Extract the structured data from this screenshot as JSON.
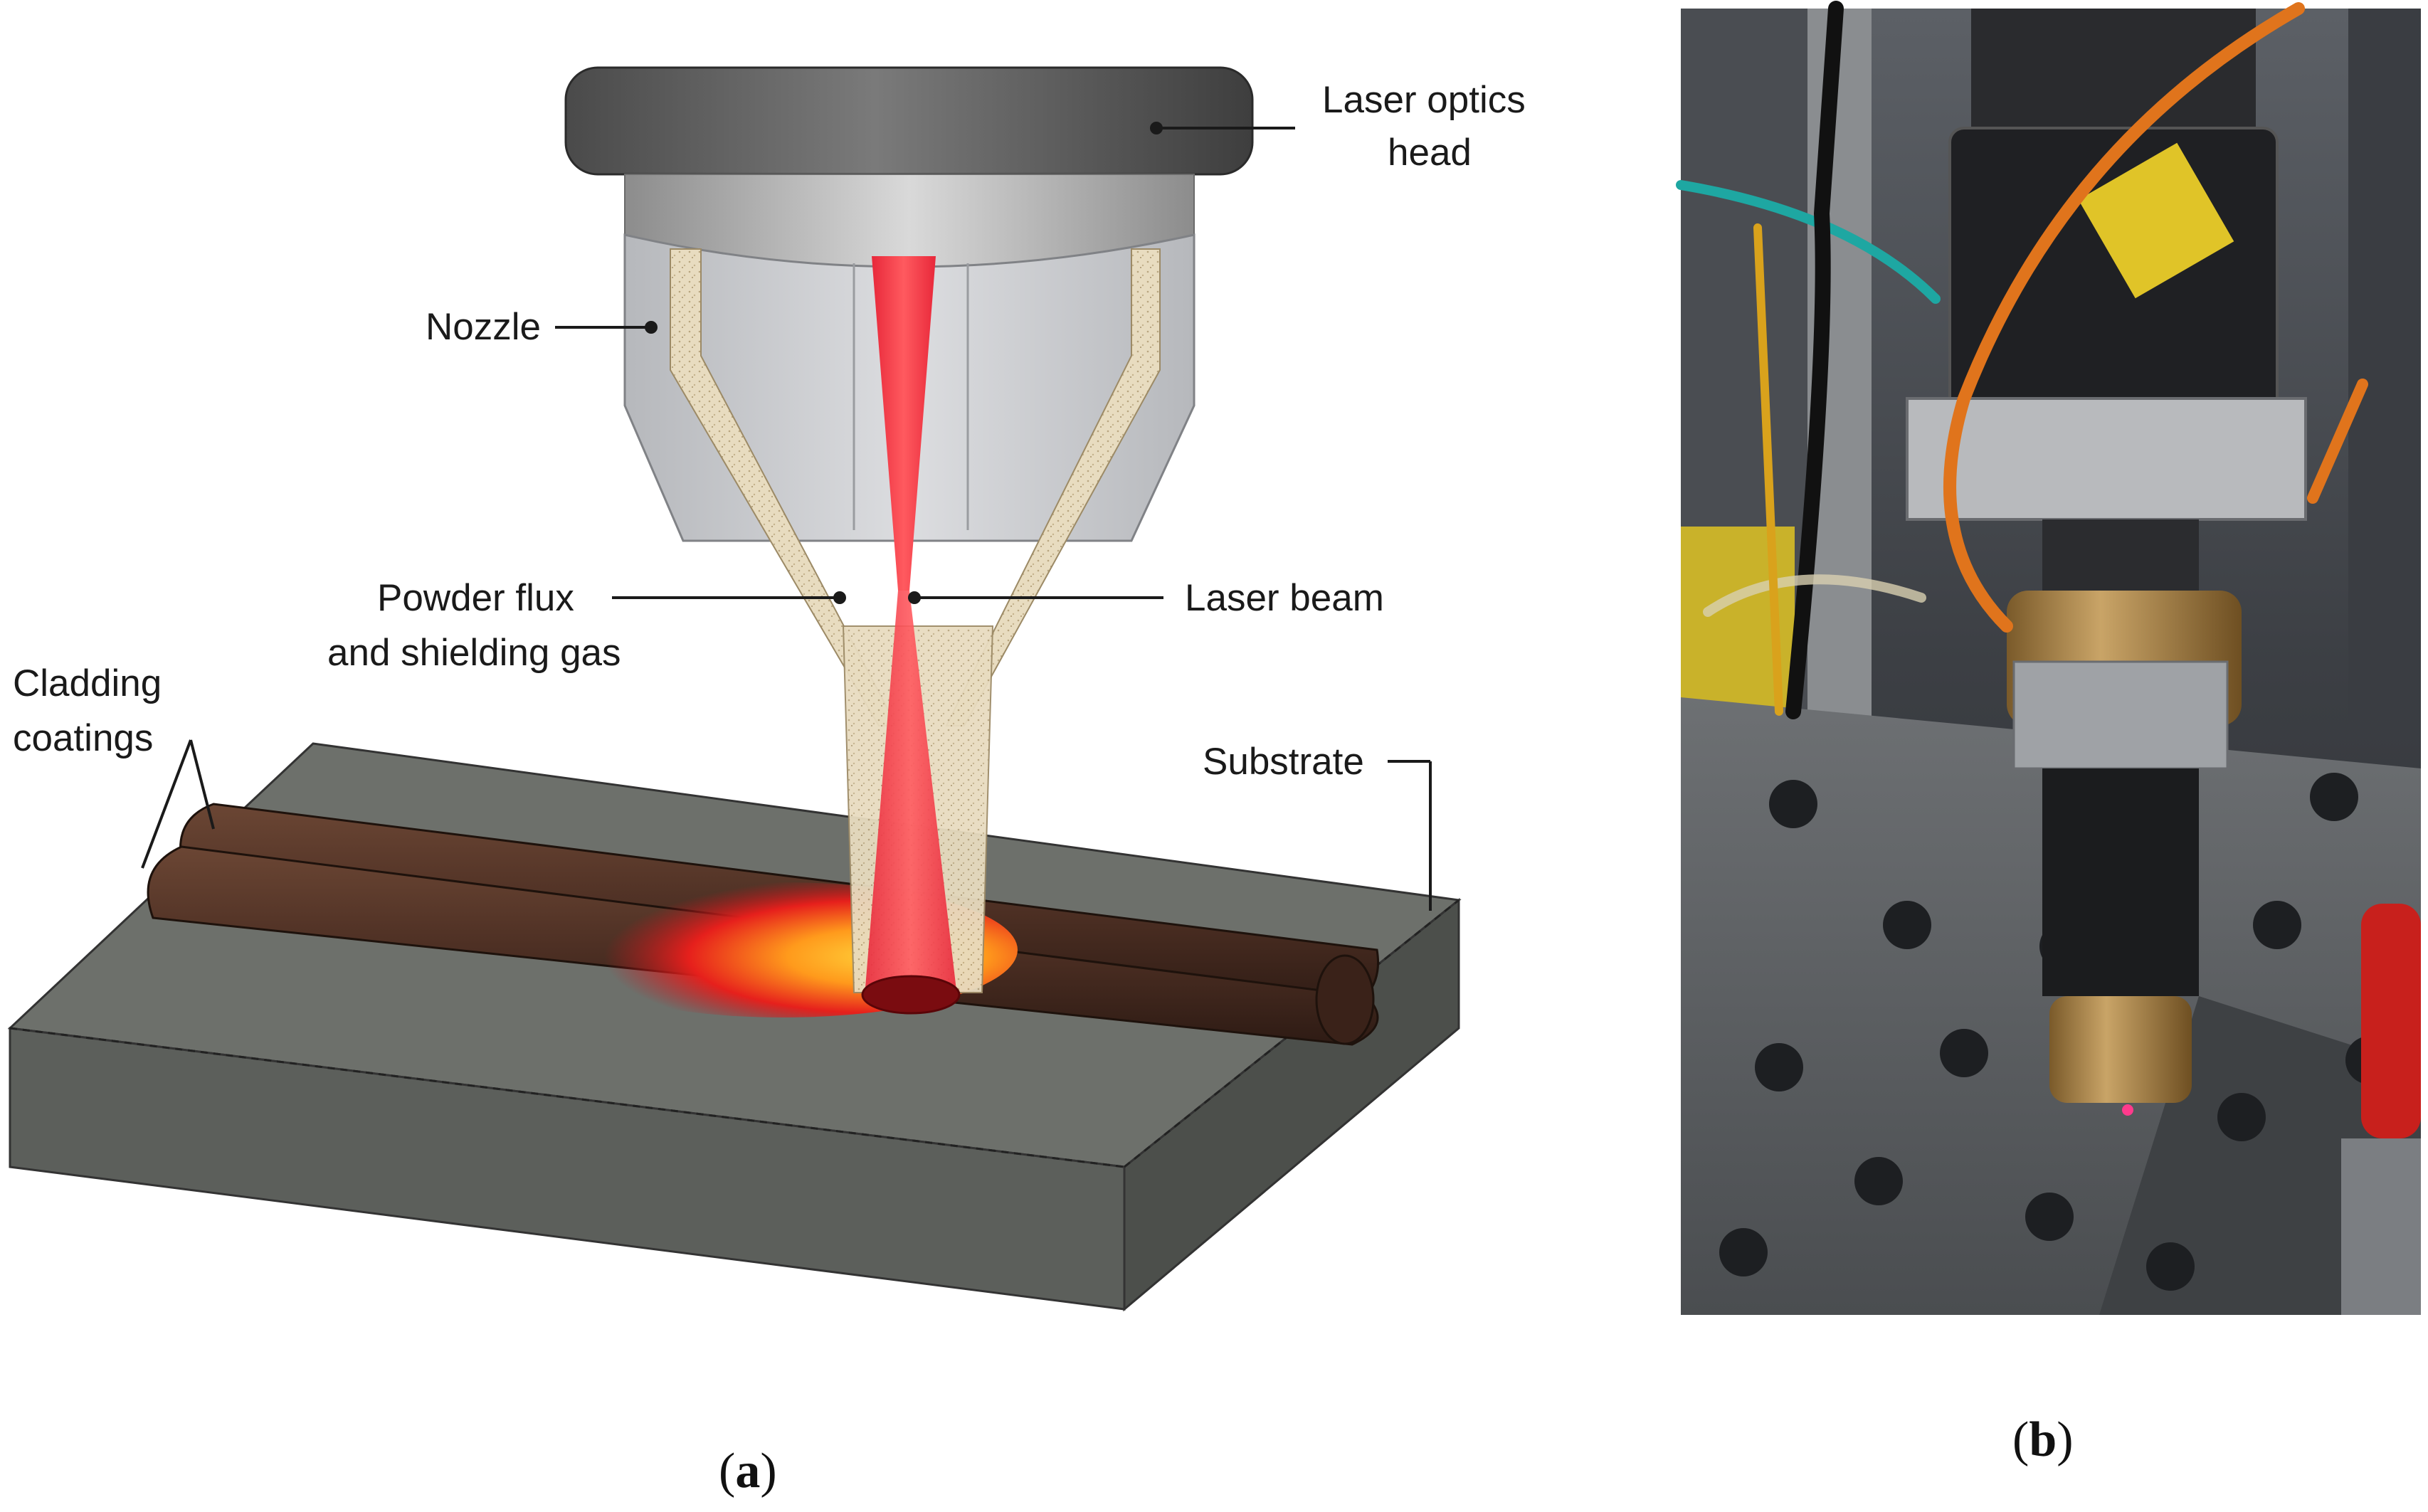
{
  "diagram": {
    "labels": {
      "laser_optics_head_1": "Laser optics",
      "laser_optics_head_2": "head",
      "nozzle": "Nozzle",
      "powder_flux_1": "Powder flux",
      "powder_flux_2": "and shielding gas",
      "laser_beam": "Laser beam",
      "cladding_1": "Cladding",
      "cladding_2": "coatings",
      "substrate": "Substrate"
    }
  },
  "panels": {
    "a": {
      "open": "(",
      "letter": "a",
      "close": ")"
    },
    "b": {
      "open": "(",
      "letter": "b",
      "close": ")"
    }
  }
}
